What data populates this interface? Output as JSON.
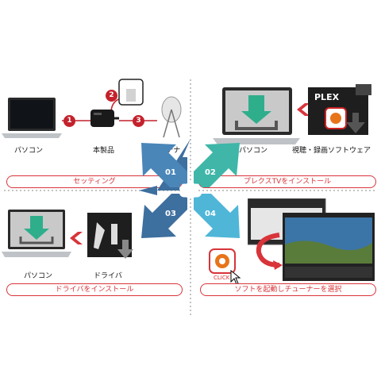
{
  "steps": [
    {
      "number": "01",
      "caption": "セッティング"
    },
    {
      "number": "02",
      "caption": "プレクスTVをインストール"
    },
    {
      "number": "03",
      "caption": "ドライバをインストール"
    },
    {
      "number": "04",
      "caption": "ソフトを起動しチューナーを選択"
    }
  ],
  "step1": {
    "labels": {
      "pc": "パソコン",
      "product": "本製品",
      "antenna": "TVアンテナ"
    },
    "connections": [
      "1",
      "2",
      "3"
    ]
  },
  "step2": {
    "labels": {
      "pc": "パソコン",
      "software": "視聴・録画ソフトウェア"
    },
    "logo_text": "PLEX"
  },
  "step3": {
    "labels": {
      "pc": "パソコン",
      "driver": "ドライバ"
    }
  },
  "step4": {
    "click_label": "CLICK"
  },
  "colors": {
    "accent_red": "#d8343a",
    "arrow_blue_light": "#4fb6d8",
    "arrow_blue_dark": "#3d6f9f",
    "arrow_teal": "#3fb6a8",
    "download_green": "#2fae8c"
  }
}
